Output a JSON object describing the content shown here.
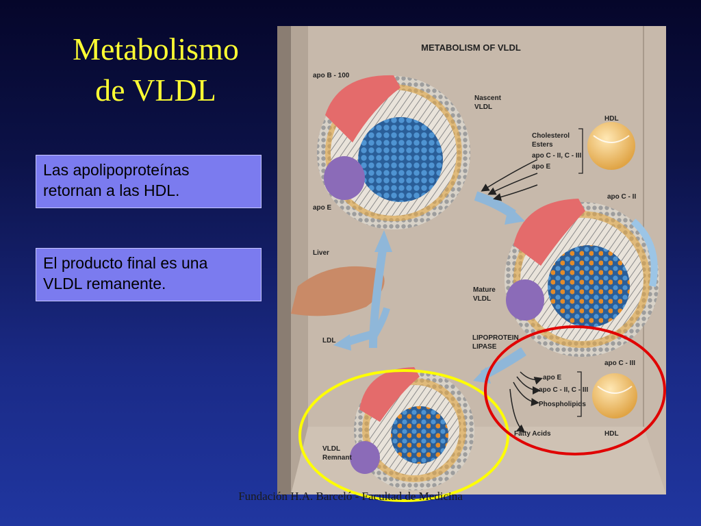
{
  "slide": {
    "title_line1": "Metabolismo",
    "title_line2": "de VLDL",
    "box1_line1": "Las apolipoproteínas",
    "box1_line2": "retornan a las HDL.",
    "box2_line1": "El producto final es una",
    "box2_line2": "VLDL remanente.",
    "footer": "Fundación H.A. Barceló - Facultad de Medicina"
  },
  "figure": {
    "heading": "METABOLISM OF VLDL",
    "labels": {
      "apo_b100": "apo B - 100",
      "nascent_line1": "Nascent",
      "nascent_line2": "VLDL",
      "apo_e_left": "apo E",
      "hdl_top": "HDL",
      "chol_line1": "Cholesterol",
      "chol_line2": "Esters",
      "apo_c_list": "apo C - II, C - III",
      "apo_e_list": "apo E",
      "apo_c2": "apo C - II",
      "liver": "Liver",
      "mature_line1": "Mature",
      "mature_line2": "VLDL",
      "ldl": "LDL",
      "lpl_line1": "LIPOPROTEIN",
      "lpl_line2": "LIPASE",
      "apo_e_bottom": "apo E",
      "apo_c_bottom": "apo C - II, C - III",
      "phospholipids": "Phospholipids",
      "apo_c3": "apo C - III",
      "fatty_acids": "Fatty Acids",
      "hdl_bottom": "HDL",
      "remnant_line1": "VLDL",
      "remnant_line2": "Remnant"
    }
  },
  "colors": {
    "title": "#ffff33",
    "textbox_bg": "#7b7bef",
    "panel_bg": "#c7b9ab",
    "highlight_yellow": "#ffff00",
    "highlight_red": "#e00000",
    "apo_b100": "#e46b6b",
    "apo_e": "#8b6bb8",
    "core_lipid": "#3d7fc0",
    "hdl": "#f2c778",
    "liver": "#c98a67",
    "arrow": "#8fb7d9"
  }
}
